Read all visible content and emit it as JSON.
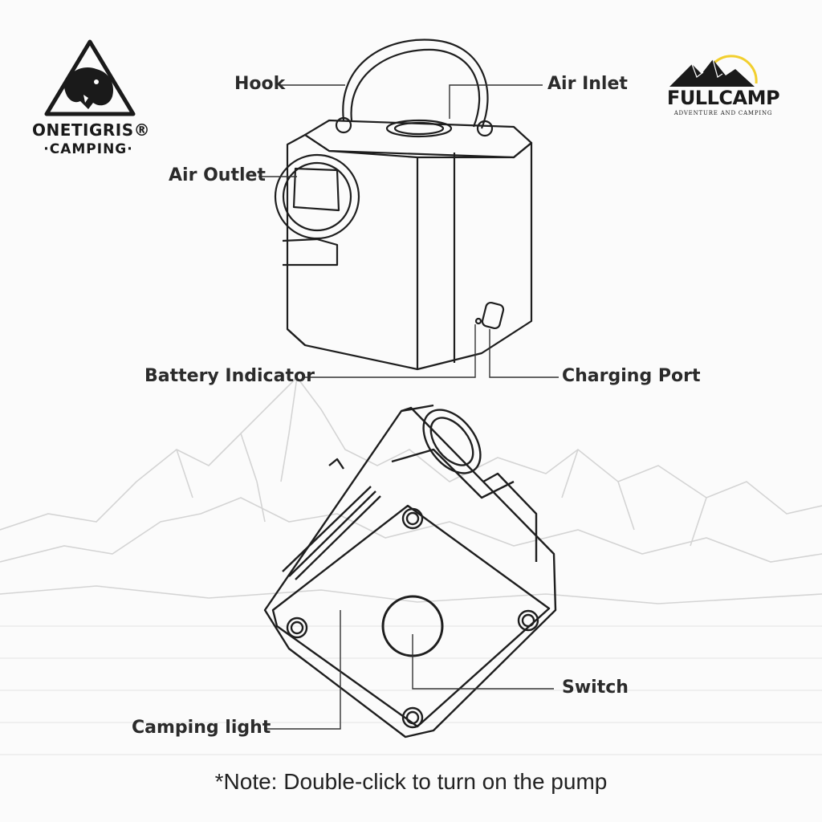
{
  "labels": {
    "hook": "Hook",
    "air_inlet": "Air Inlet",
    "air_outlet": "Air Outlet",
    "battery_indicator": "Battery Indicator",
    "charging_port": "Charging Port",
    "switch": "Switch",
    "camping_light": "Camping light"
  },
  "note": "*Note: Double-click to turn on the pump",
  "brand_left": {
    "line1": "ONETIGRIS®",
    "line2": "·CAMPING·"
  },
  "brand_right": {
    "line1": "FULLCAMP",
    "line2": "ADVENTURE AND CAMPING"
  },
  "colors": {
    "line": "#1e1e1e",
    "mountain": "#d6d6d6",
    "sun": "#f2cf2e"
  }
}
